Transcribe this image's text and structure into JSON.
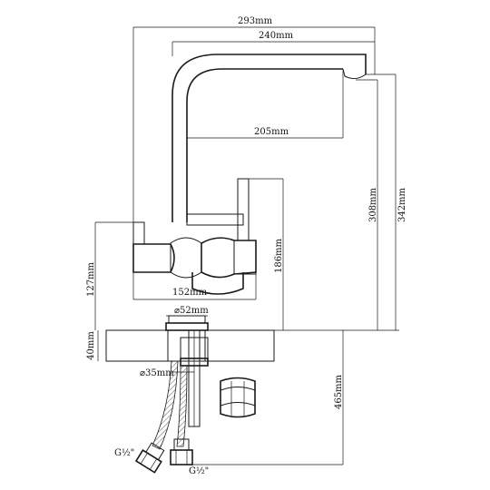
{
  "dimensions": {
    "width_293": "293mm",
    "width_240": "240mm",
    "width_205": "205mm",
    "height_342": "342mm",
    "height_308": "308mm",
    "height_186": "186mm",
    "height_127": "127mm",
    "width_152": "152mm",
    "diameter_52": "⌀52mm",
    "diameter_35": "⌀35mm",
    "thickness_40": "40mm",
    "length_465": "465mm"
  },
  "threads": {
    "left": "G½\"",
    "right": "G½\""
  }
}
